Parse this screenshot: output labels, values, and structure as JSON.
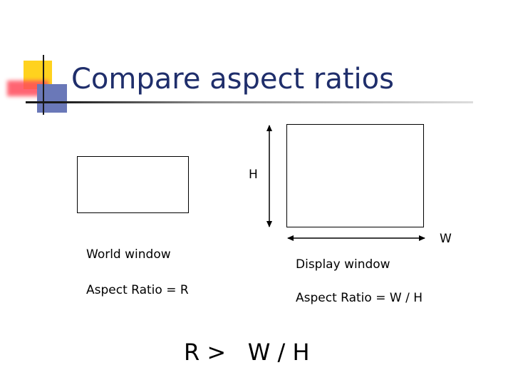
{
  "slide": {
    "title": "Compare aspect ratios",
    "height_label": "H",
    "width_label": "W",
    "world": {
      "label": "World window",
      "ratio": "Aspect Ratio = R"
    },
    "display": {
      "label": "Display window",
      "ratio": "Aspect Ratio = W / H"
    },
    "equation": "R >   W / H"
  },
  "colors": {
    "title": "#1f2e6b",
    "accent_yellow": "#ffd21e",
    "accent_red": "#ff4a5a",
    "accent_blue": "#6a78b8"
  }
}
